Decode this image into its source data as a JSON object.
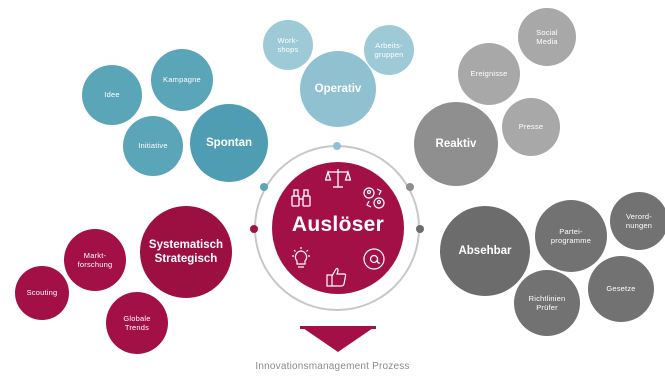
{
  "center": {
    "title": "Auslöser"
  },
  "caption": "Innovationsmanagement Prozess",
  "groups": {
    "operativ": {
      "label": "Operativ",
      "items": [
        "Work-\nshops",
        "Arbeits-\ngruppen"
      ]
    },
    "spontan": {
      "label": "Spontan",
      "items": [
        "Idee",
        "Kampagne",
        "Initiative"
      ]
    },
    "reaktiv": {
      "label": "Reaktiv",
      "items": [
        "Social\nMedia",
        "Ereignisse",
        "Presse"
      ]
    },
    "absehbar": {
      "label": "Absehbar",
      "items": [
        "Partei-\nprogramme",
        "Verord-\nnungen",
        "Richtlinien\nPrüfer",
        "Gesetze"
      ]
    },
    "systematisch": {
      "label": "Systematisch\nStrategisch",
      "items": [
        "Markt-\nforschung",
        "Scouting",
        "Globale\nTrends"
      ]
    }
  },
  "icons": [
    "binoculars-icon",
    "scales-icon",
    "people-exchange-icon",
    "lightbulb-icon",
    "thumbs-up-icon",
    "at-sign-icon"
  ],
  "colors": {
    "accent": "#a31046",
    "teal": "#5ba5b9",
    "grey": "#8f8f8f",
    "dark_grey": "#6c6c6c"
  }
}
